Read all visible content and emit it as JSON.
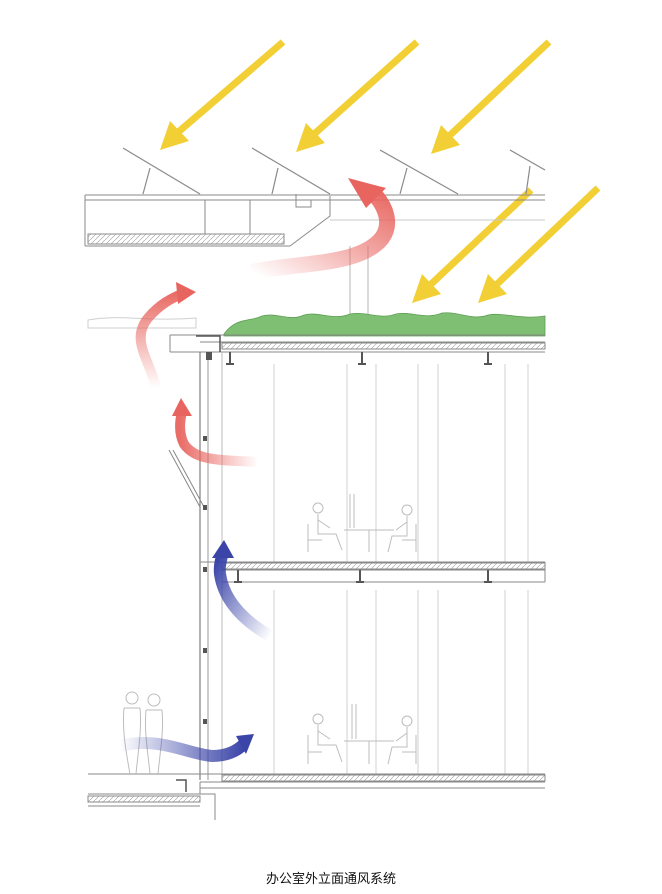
{
  "caption": "办公室外立面通风系统",
  "colors": {
    "sun_arrow": "#f2cf35",
    "warm_air": "#e8655f",
    "cool_air": "#3b45a8",
    "green_roof": "#7fbf73",
    "line": "#8a8a8a",
    "person": "#bdbdbd"
  },
  "icons": {
    "sun_rays": "yellow-arrow",
    "exhaust_air": "red-curved-arrow",
    "intake_air": "blue-curved-arrow",
    "people": "person-silhouette"
  }
}
